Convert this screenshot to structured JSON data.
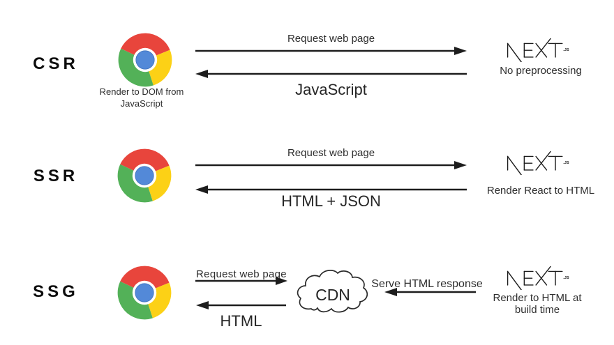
{
  "rows": [
    {
      "id": "csr",
      "label": "CSR",
      "browser_caption": "Render to DOM from JavaScript",
      "request_label": "Request web page",
      "response_label": "JavaScript",
      "server_caption": "No preprocessing"
    },
    {
      "id": "ssr",
      "label": "SSR",
      "request_label": "Request web page",
      "response_label": "HTML + JSON",
      "server_caption": "Render React to HTML"
    },
    {
      "id": "ssg",
      "label": "SSG",
      "request_label": "Request web page",
      "response_label": "HTML",
      "cdn_label": "CDN",
      "serve_label": "Serve HTML response",
      "server_caption": "Render to HTML at build time"
    }
  ],
  "logos": {
    "browser_name": "Chrome",
    "server_name": "NEXT",
    "server_suffix": ".JS"
  },
  "colors": {
    "chrome_red": "#E8453C",
    "chrome_yellow": "#FCD116",
    "chrome_green": "#53B158",
    "chrome_blue": "#5389D8",
    "line": "#1d1d1d"
  }
}
